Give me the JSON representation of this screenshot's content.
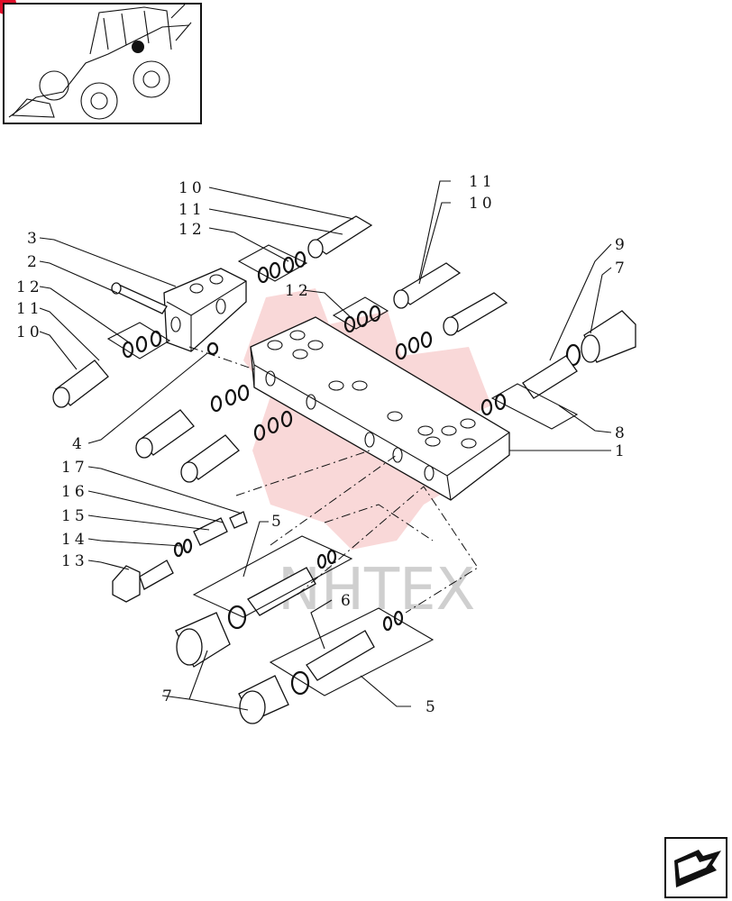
{
  "diagram": {
    "callouts": [
      "10",
      "11",
      "12",
      "3",
      "2",
      "12",
      "11",
      "10",
      "4",
      "17",
      "16",
      "15",
      "14",
      "13",
      "5",
      "6",
      "7",
      "5",
      "11",
      "10",
      "12",
      "9",
      "7",
      "8",
      "1"
    ],
    "watermark": "NHTEX"
  },
  "thumbnail": {
    "icon": "backhoe-loader-icon"
  },
  "nav": {
    "icon": "next-page-arrow-icon"
  },
  "colors": {
    "badge": "#e0102a",
    "watermark_logo": "#f7c8c8",
    "watermark_text": "#cfcfcf"
  }
}
